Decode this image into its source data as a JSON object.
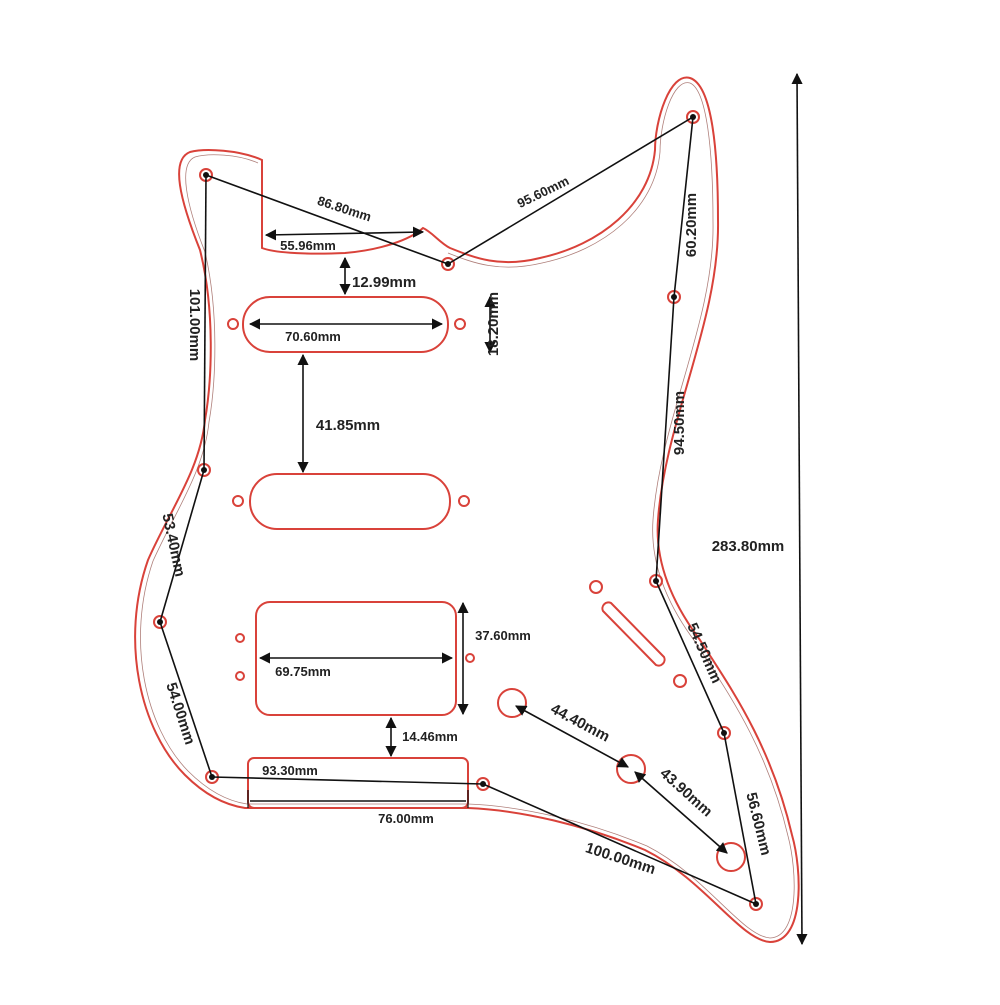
{
  "colors": {
    "outline": "#d9423a",
    "dimension_line": "#111111",
    "background": "#ffffff"
  },
  "dimensions": {
    "top_left_diagonal": "86.80mm",
    "top_right_diagonal": "95.60mm",
    "neck_pocket_width": "55.96mm",
    "pocket_to_pickup_gap": "12.99mm",
    "single_coil_length": "70.60mm",
    "single_coil_height": "18.20mm",
    "left_edge_upper": "101.00mm",
    "pickup_spacing": "41.85mm",
    "right_edge_top": "60.20mm",
    "right_edge_middle": "94.50mm",
    "overall_length": "283.80mm",
    "left_edge_middle": "53.40mm",
    "humbucker_height": "37.60mm",
    "humbucker_length": "69.75mm",
    "right_edge_lower": "54.50mm",
    "left_edge_lower": "54.00mm",
    "humbucker_to_cutout_gap": "14.46mm",
    "knob_spacing_1": "44.40mm",
    "knob_spacing_2": "43.90mm",
    "bottom_left_width": "93.30mm",
    "bottom_cutout_width": "76.00mm",
    "right_edge_bottom": "56.60mm",
    "bottom_diagonal": "100.00mm"
  }
}
